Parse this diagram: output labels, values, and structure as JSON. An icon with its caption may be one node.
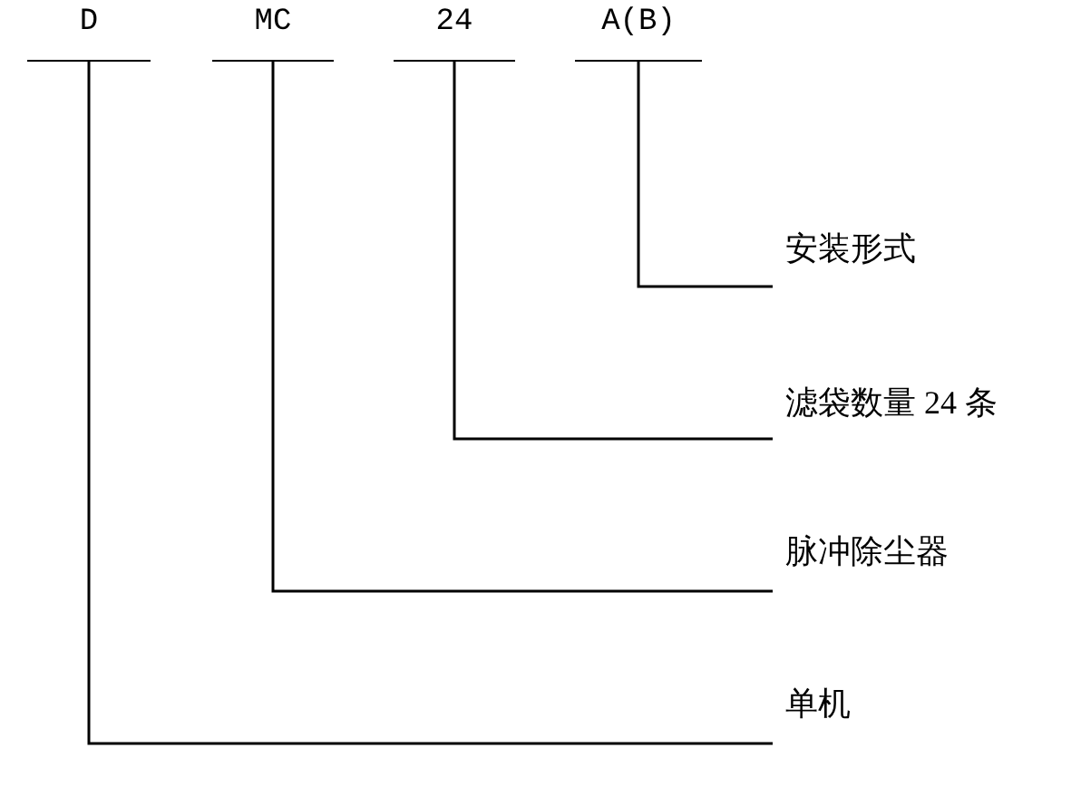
{
  "diagram": {
    "nodes": [
      {
        "text": [
          "D"
        ]
      },
      {
        "text": [
          "MC"
        ]
      },
      {
        "text": [
          "24"
        ]
      },
      {
        "text": [
          "A(B)"
        ]
      },
      {
        "text": [
          "安装形式"
        ]
      },
      {
        "text": [
          "滤袋数量 24 条"
        ]
      },
      {
        "text": [
          "脉冲除尘器"
        ]
      },
      {
        "text": [
          "单机"
        ]
      }
    ],
    "edges": [
      {
        "from": 3,
        "to": 4,
        "arrow": "none"
      },
      {
        "from": 2,
        "to": 5,
        "arrow": "none"
      },
      {
        "from": 1,
        "to": 6,
        "arrow": "none"
      },
      {
        "from": 0,
        "to": 7,
        "arrow": "none"
      }
    ]
  }
}
